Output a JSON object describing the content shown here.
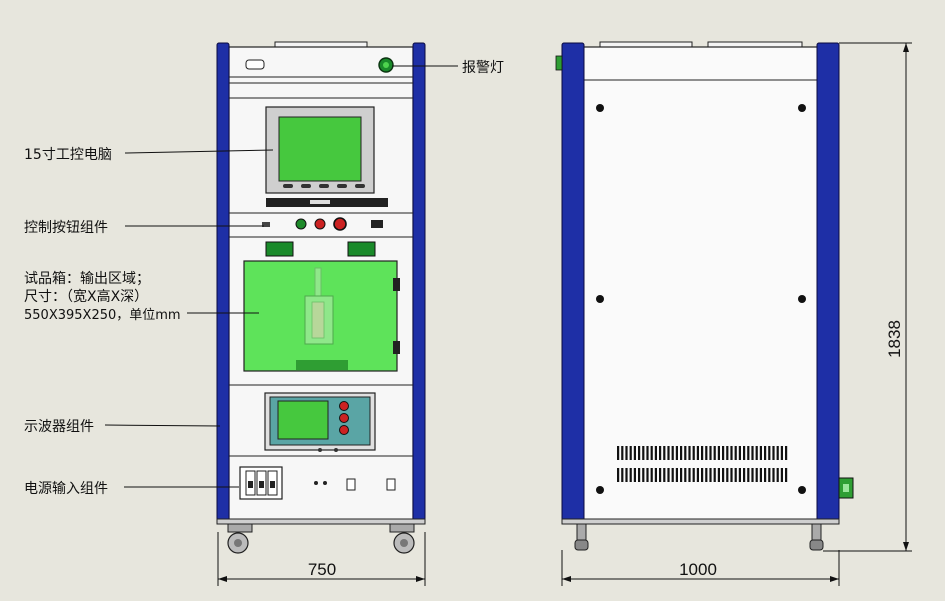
{
  "labels": {
    "alarm_lamp": "报警灯",
    "pc": "15寸工控电脑",
    "control_buttons": "控制按钮组件",
    "test_box_line1": "试品箱：输出区域；",
    "test_box_line2": "尺寸：（宽X高X深）",
    "test_box_line3": "550X395X250，单位mm",
    "oscilloscope": "示波器组件",
    "power_input": "电源输入组件"
  },
  "dimensions": {
    "front_width": "750",
    "side_depth": "1000",
    "height": "1838"
  },
  "colors": {
    "background": "#e7e6dd",
    "frame_blue": "#1e2fa6",
    "screen_green": "#46c83e",
    "test_box_green": "#5ee35a",
    "oscilloscope_teal": "#5aa5a5",
    "button_red": "#cc2222",
    "button_green": "#1e8a2a"
  }
}
